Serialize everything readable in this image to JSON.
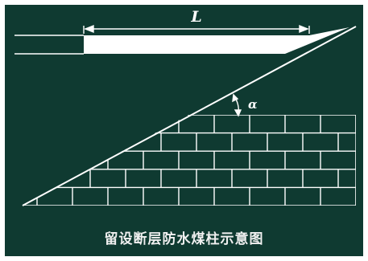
{
  "diagram": {
    "length_label": "L",
    "angle_label": "α",
    "caption": "留设断层防水煤柱示意图",
    "colors": {
      "background": "#0f3a31",
      "line": "#ffffff",
      "fill": "#ffffff"
    }
  }
}
